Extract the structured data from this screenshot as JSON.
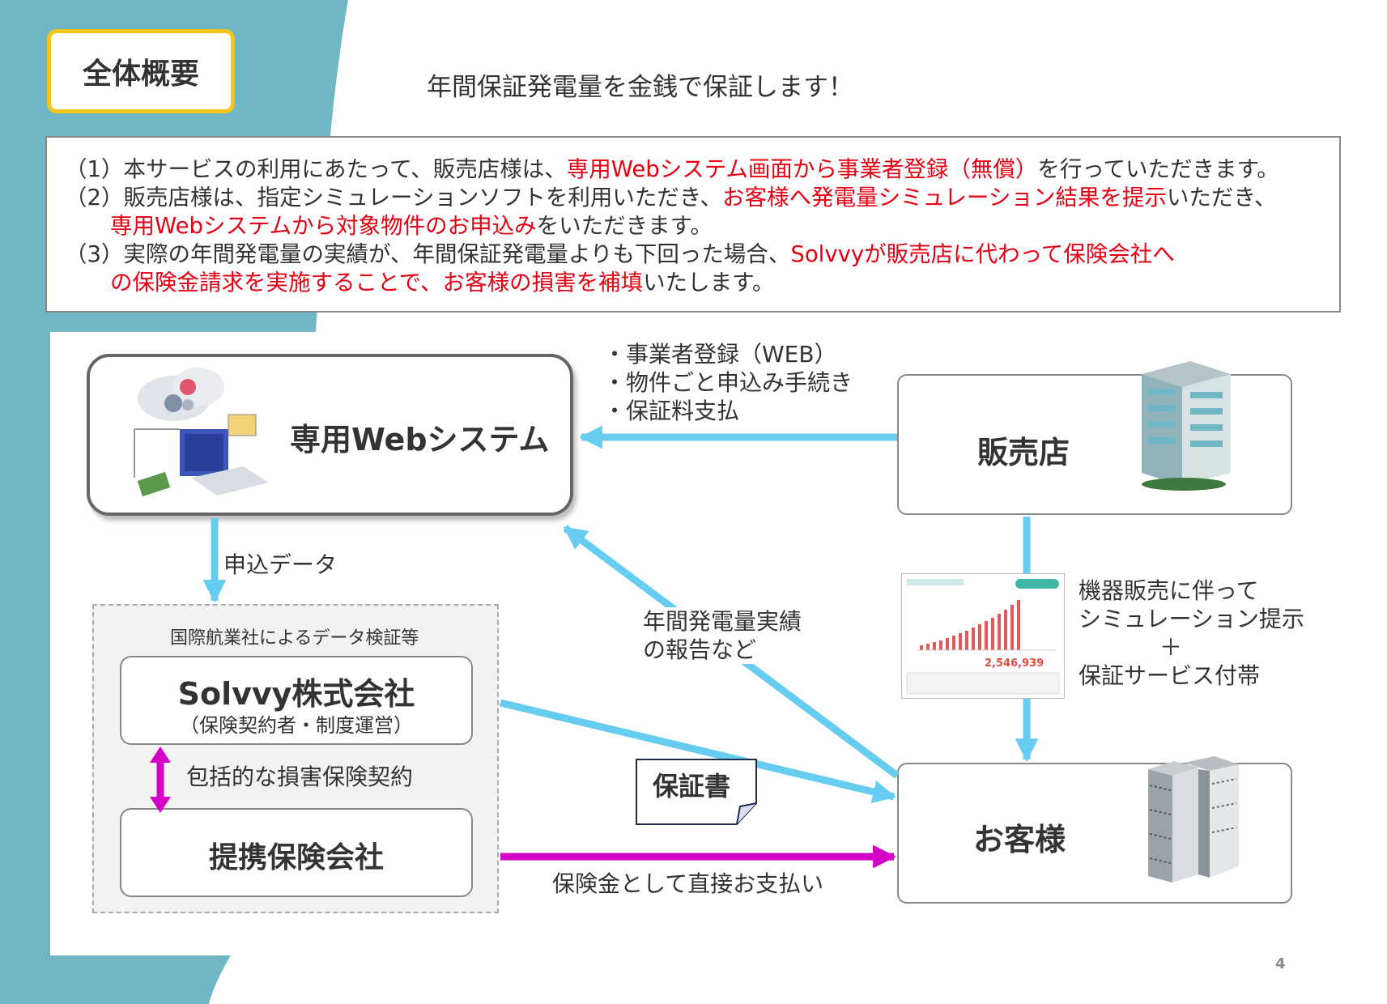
{
  "header": {
    "section_title": "全体概要",
    "headline": "年間保証発電量を金銭で保証します！"
  },
  "notes": {
    "n1_a": "（1）本サービスの利用にあたって、販売店様は、",
    "n1_red": "専用Webシステム画面から事業者登録（無償）",
    "n1_b": "を行っていただきます。",
    "n2_a": "（2）販売店様は、指定シミュレーションソフトを利用いただき、",
    "n2_red": "お客様へ発電量シミュレーション結果を提示",
    "n2_b": "いただき、",
    "n2_red2": "専用Webシステムから対象物件のお申込み",
    "n2_c": "をいただきます。",
    "n3_a": "（3）実際の年間発電量の実績が、年間保証発電量よりも下回った場合、",
    "n3_red": "Solvvyが販売店に代わって保険会社へ",
    "n3_red2": "の保険金請求を実施することで、お客様の損害を補填",
    "n3_b": "いたします。"
  },
  "diagram": {
    "web_system": "専用Webシステム",
    "shop": "販売店",
    "customer": "お客様",
    "verify_note": "国際航業社によるデータ検証等",
    "solvvy_name": "Solvvy株式会社",
    "solvvy_role": "（保険契約者・制度運営）",
    "insurer": "提携保険会社",
    "contract": "包括的な損害保険契約",
    "shop_to_web": [
      "・事業者登録（WEB）",
      "・物件ごと申込み手続き",
      "・保証料支払"
    ],
    "apply_data": "申込データ",
    "report_back": [
      "年間発電量実績",
      "の報告など"
    ],
    "sales_note": [
      "機器販売に伴って",
      "シミュレーション提示",
      "＋",
      "保証サービス付帯"
    ],
    "certificate": "保証書",
    "payout": "保険金として直接お支払い",
    "report_total": "2,546,939"
  },
  "colors": {
    "teal": "#6fb7c5",
    "arrow_blue": "#66ccf0",
    "arrow_magenta": "#d400c8",
    "accent_red": "#e60012",
    "title_border": "#f5c518"
  },
  "page_number": "4"
}
